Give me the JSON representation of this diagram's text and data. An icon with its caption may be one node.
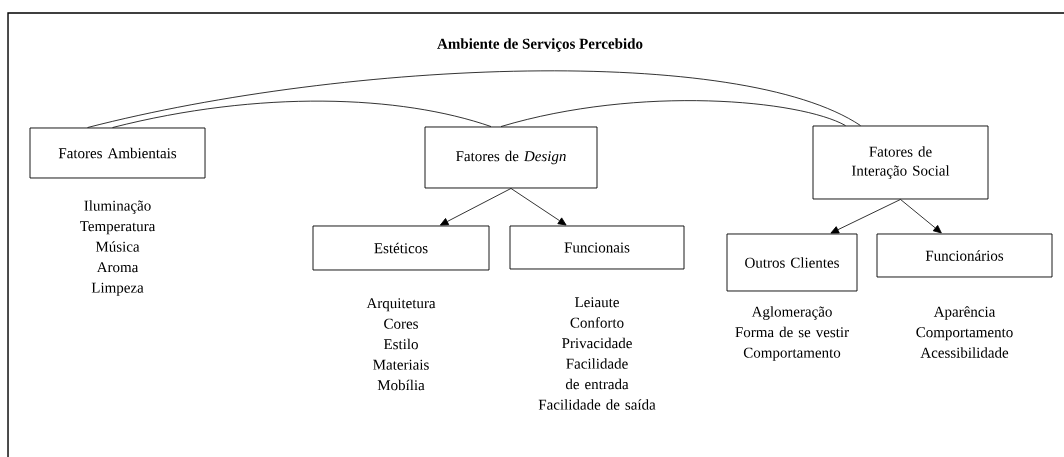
{
  "diagram": {
    "title": "Ambiente de Serviços Percebido",
    "nodes": [
      {
        "text": [
          "Fatores Ambientais"
        ],
        "beside": [
          "Iluminação",
          "Temperatura",
          "Música",
          "Aroma",
          "Limpeza"
        ]
      },
      {
        "text": [
          "Fatores de *Design*"
        ]
      },
      {
        "text": [
          "Fatores de Interação Social"
        ]
      },
      {
        "text": [
          "Estéticos"
        ],
        "beside": [
          "Arquitetura",
          "Cores",
          "Estilo",
          "Materiais",
          "Mobília"
        ]
      },
      {
        "text": [
          "Funcionais"
        ],
        "beside": [
          "Leiaute",
          "Conforto",
          "Privacidade",
          "Facilidade de entrada",
          "Facilidade de saída"
        ]
      },
      {
        "text": [
          "Outros Clientes"
        ],
        "beside": [
          "Aglomeração",
          "Forma de se vestir",
          "Comportamento"
        ]
      },
      {
        "text": [
          "Funcionários"
        ],
        "beside": [
          "Aparência",
          "Comportamento",
          "Acessibilidade"
        ]
      }
    ],
    "edges": [
      {
        "from": 0,
        "to": 2,
        "arrow": "none"
      },
      {
        "from": 0,
        "to": 1,
        "arrow": "none"
      },
      {
        "from": 1,
        "to": 2,
        "arrow": "none"
      },
      {
        "from": 1,
        "to": 3,
        "arrow": "to"
      },
      {
        "from": 1,
        "to": 4,
        "arrow": "to"
      },
      {
        "from": 2,
        "to": 5,
        "arrow": "to"
      },
      {
        "from": 2,
        "to": 6,
        "arrow": "to"
      }
    ]
  }
}
